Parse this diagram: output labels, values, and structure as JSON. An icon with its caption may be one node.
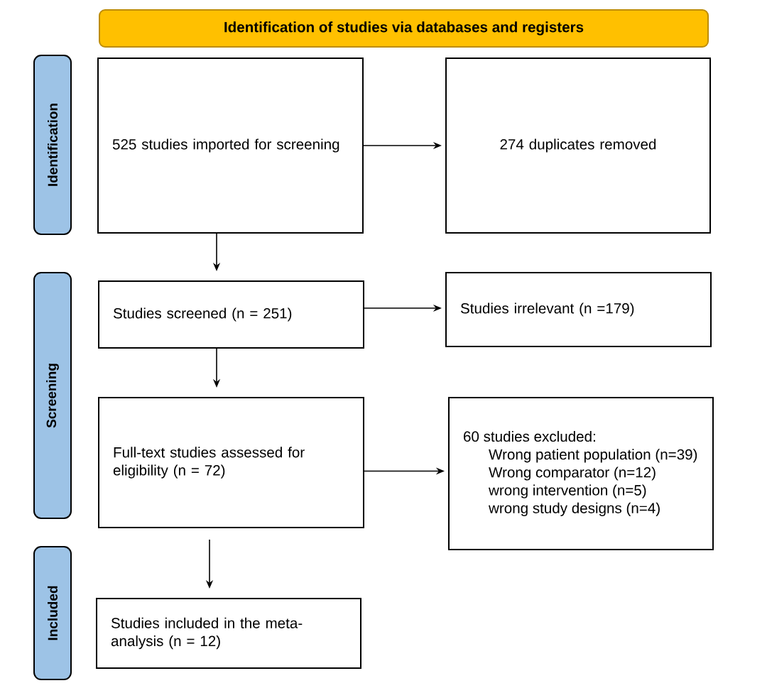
{
  "diagram": {
    "nodes": [
      {
        "text": [
          "Identification of studies via databases and registers"
        ]
      },
      {
        "text": [
          "Identification"
        ]
      },
      {
        "text": [
          "525 studies imported for screening"
        ]
      },
      {
        "text": [
          "274 duplicates removed"
        ]
      },
      {
        "text": [
          "Screening"
        ]
      },
      {
        "text": [
          "Studies screened (n = 251)"
        ]
      },
      {
        "text": [
          "Studies irrelevant (n =179)"
        ]
      },
      {
        "text": [
          "Full-text studies assessed for eligibility (n = 72)"
        ]
      },
      {
        "text": [
          "60 studies excluded:",
          "Wrong patient population (n=39)",
          "Wrong comparator (n=12)",
          "wrong intervention (n=5)",
          "wrong study designs (n=4)"
        ]
      },
      {
        "text": [
          "Included"
        ]
      },
      {
        "text": [
          "Studies included in the meta-analysis (n = 12)"
        ]
      }
    ],
    "edges": [
      {
        "from": 2,
        "to": 3,
        "arrow": "to"
      },
      {
        "from": 2,
        "to": 5,
        "arrow": "to"
      },
      {
        "from": 5,
        "to": 6,
        "arrow": "to"
      },
      {
        "from": 5,
        "to": 7,
        "arrow": "to"
      },
      {
        "from": 7,
        "to": 8,
        "arrow": "to"
      },
      {
        "from": 7,
        "to": 10,
        "arrow": "to"
      }
    ]
  }
}
